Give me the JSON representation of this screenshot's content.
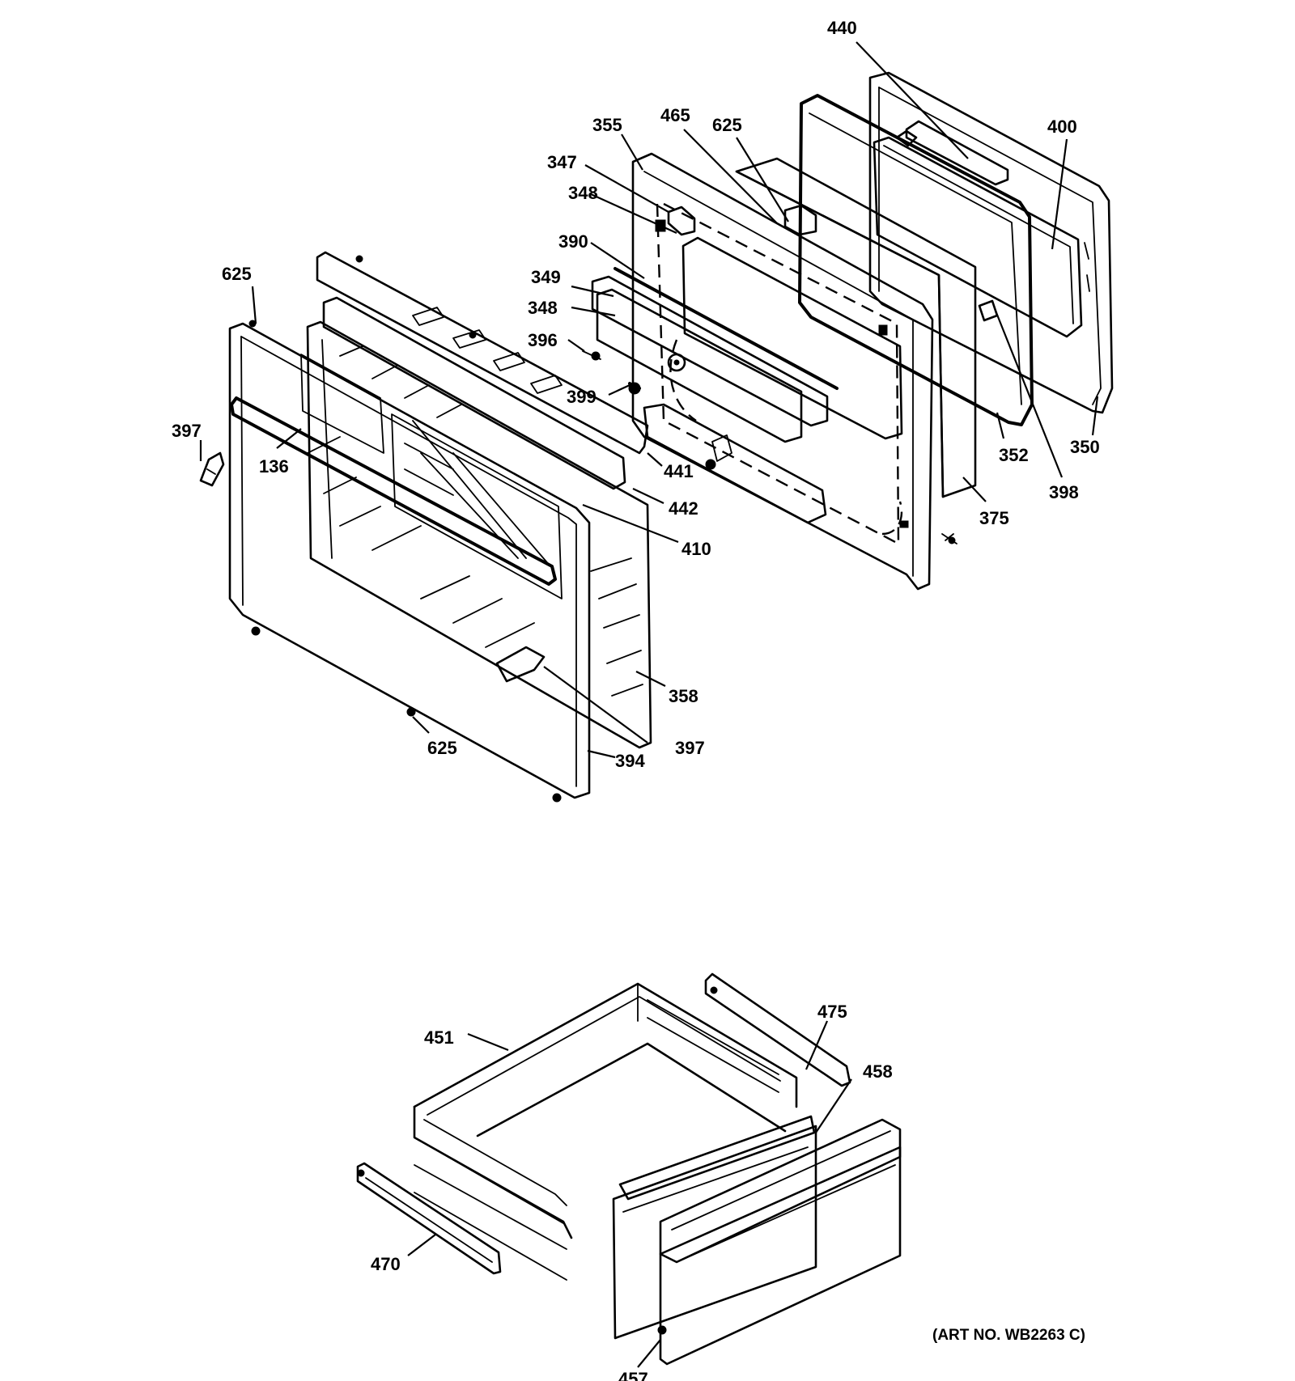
{
  "art_number": "(ART NO. WB2263 C)",
  "callouts": {
    "c440": "440",
    "c400": "400",
    "c355": "355",
    "c465": "465",
    "c625_top": "625",
    "c347": "347",
    "c348_a": "348",
    "c390": "390",
    "c349": "349",
    "c348_b": "348",
    "c396": "396",
    "c399": "399",
    "c441": "441",
    "c442": "442",
    "c410": "410",
    "c352": "352",
    "c350": "350",
    "c398": "398",
    "c375": "375",
    "c625_left": "625",
    "c397_left": "397",
    "c136": "136",
    "c358": "358",
    "c397_right": "397",
    "c625_bottom": "625",
    "c394": "394",
    "c451": "451",
    "c475": "475",
    "c458": "458",
    "c470": "470",
    "c457": "457"
  }
}
